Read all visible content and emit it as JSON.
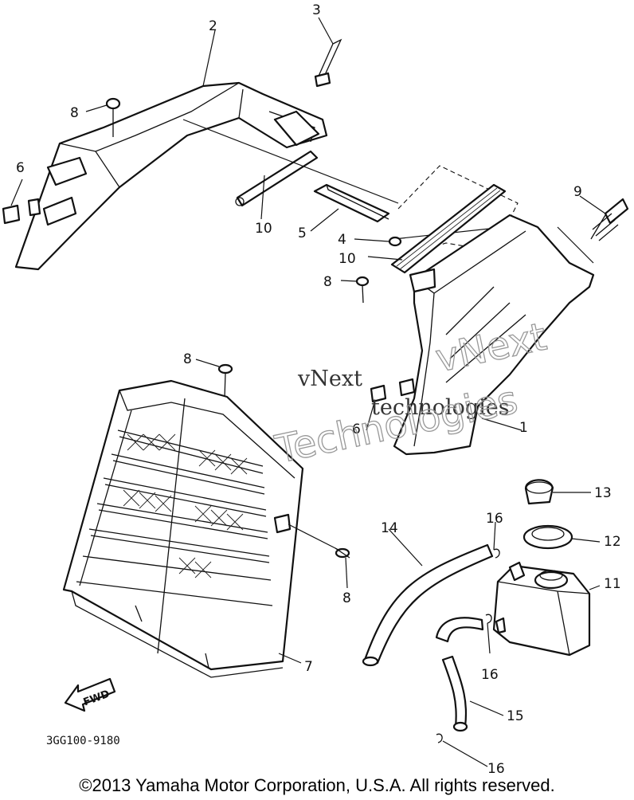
{
  "callouts": {
    "c1": "1",
    "c2": "2",
    "c3": "3",
    "c4": "4",
    "c5": "5",
    "c6a": "6",
    "c6b": "6",
    "c7": "7",
    "c8a": "8",
    "c8b": "8",
    "c8c": "8",
    "c8d": "8",
    "c9": "9",
    "c10a": "10",
    "c10b": "10",
    "c11": "11",
    "c12": "12",
    "c13": "13",
    "c14": "14",
    "c15": "15",
    "c16a": "16",
    "c16b": "16",
    "c16c": "16"
  },
  "fwd_label": "FWD",
  "diagram_code": "3GG100-9180",
  "watermark": {
    "serif_line1": "vNext",
    "serif_line2": "technologies",
    "outline_line1": "vNext",
    "outline_line2": "Technologies"
  },
  "copyright": "©2013 Yamaha Motor Corporation, U.S.A. All rights reserved."
}
